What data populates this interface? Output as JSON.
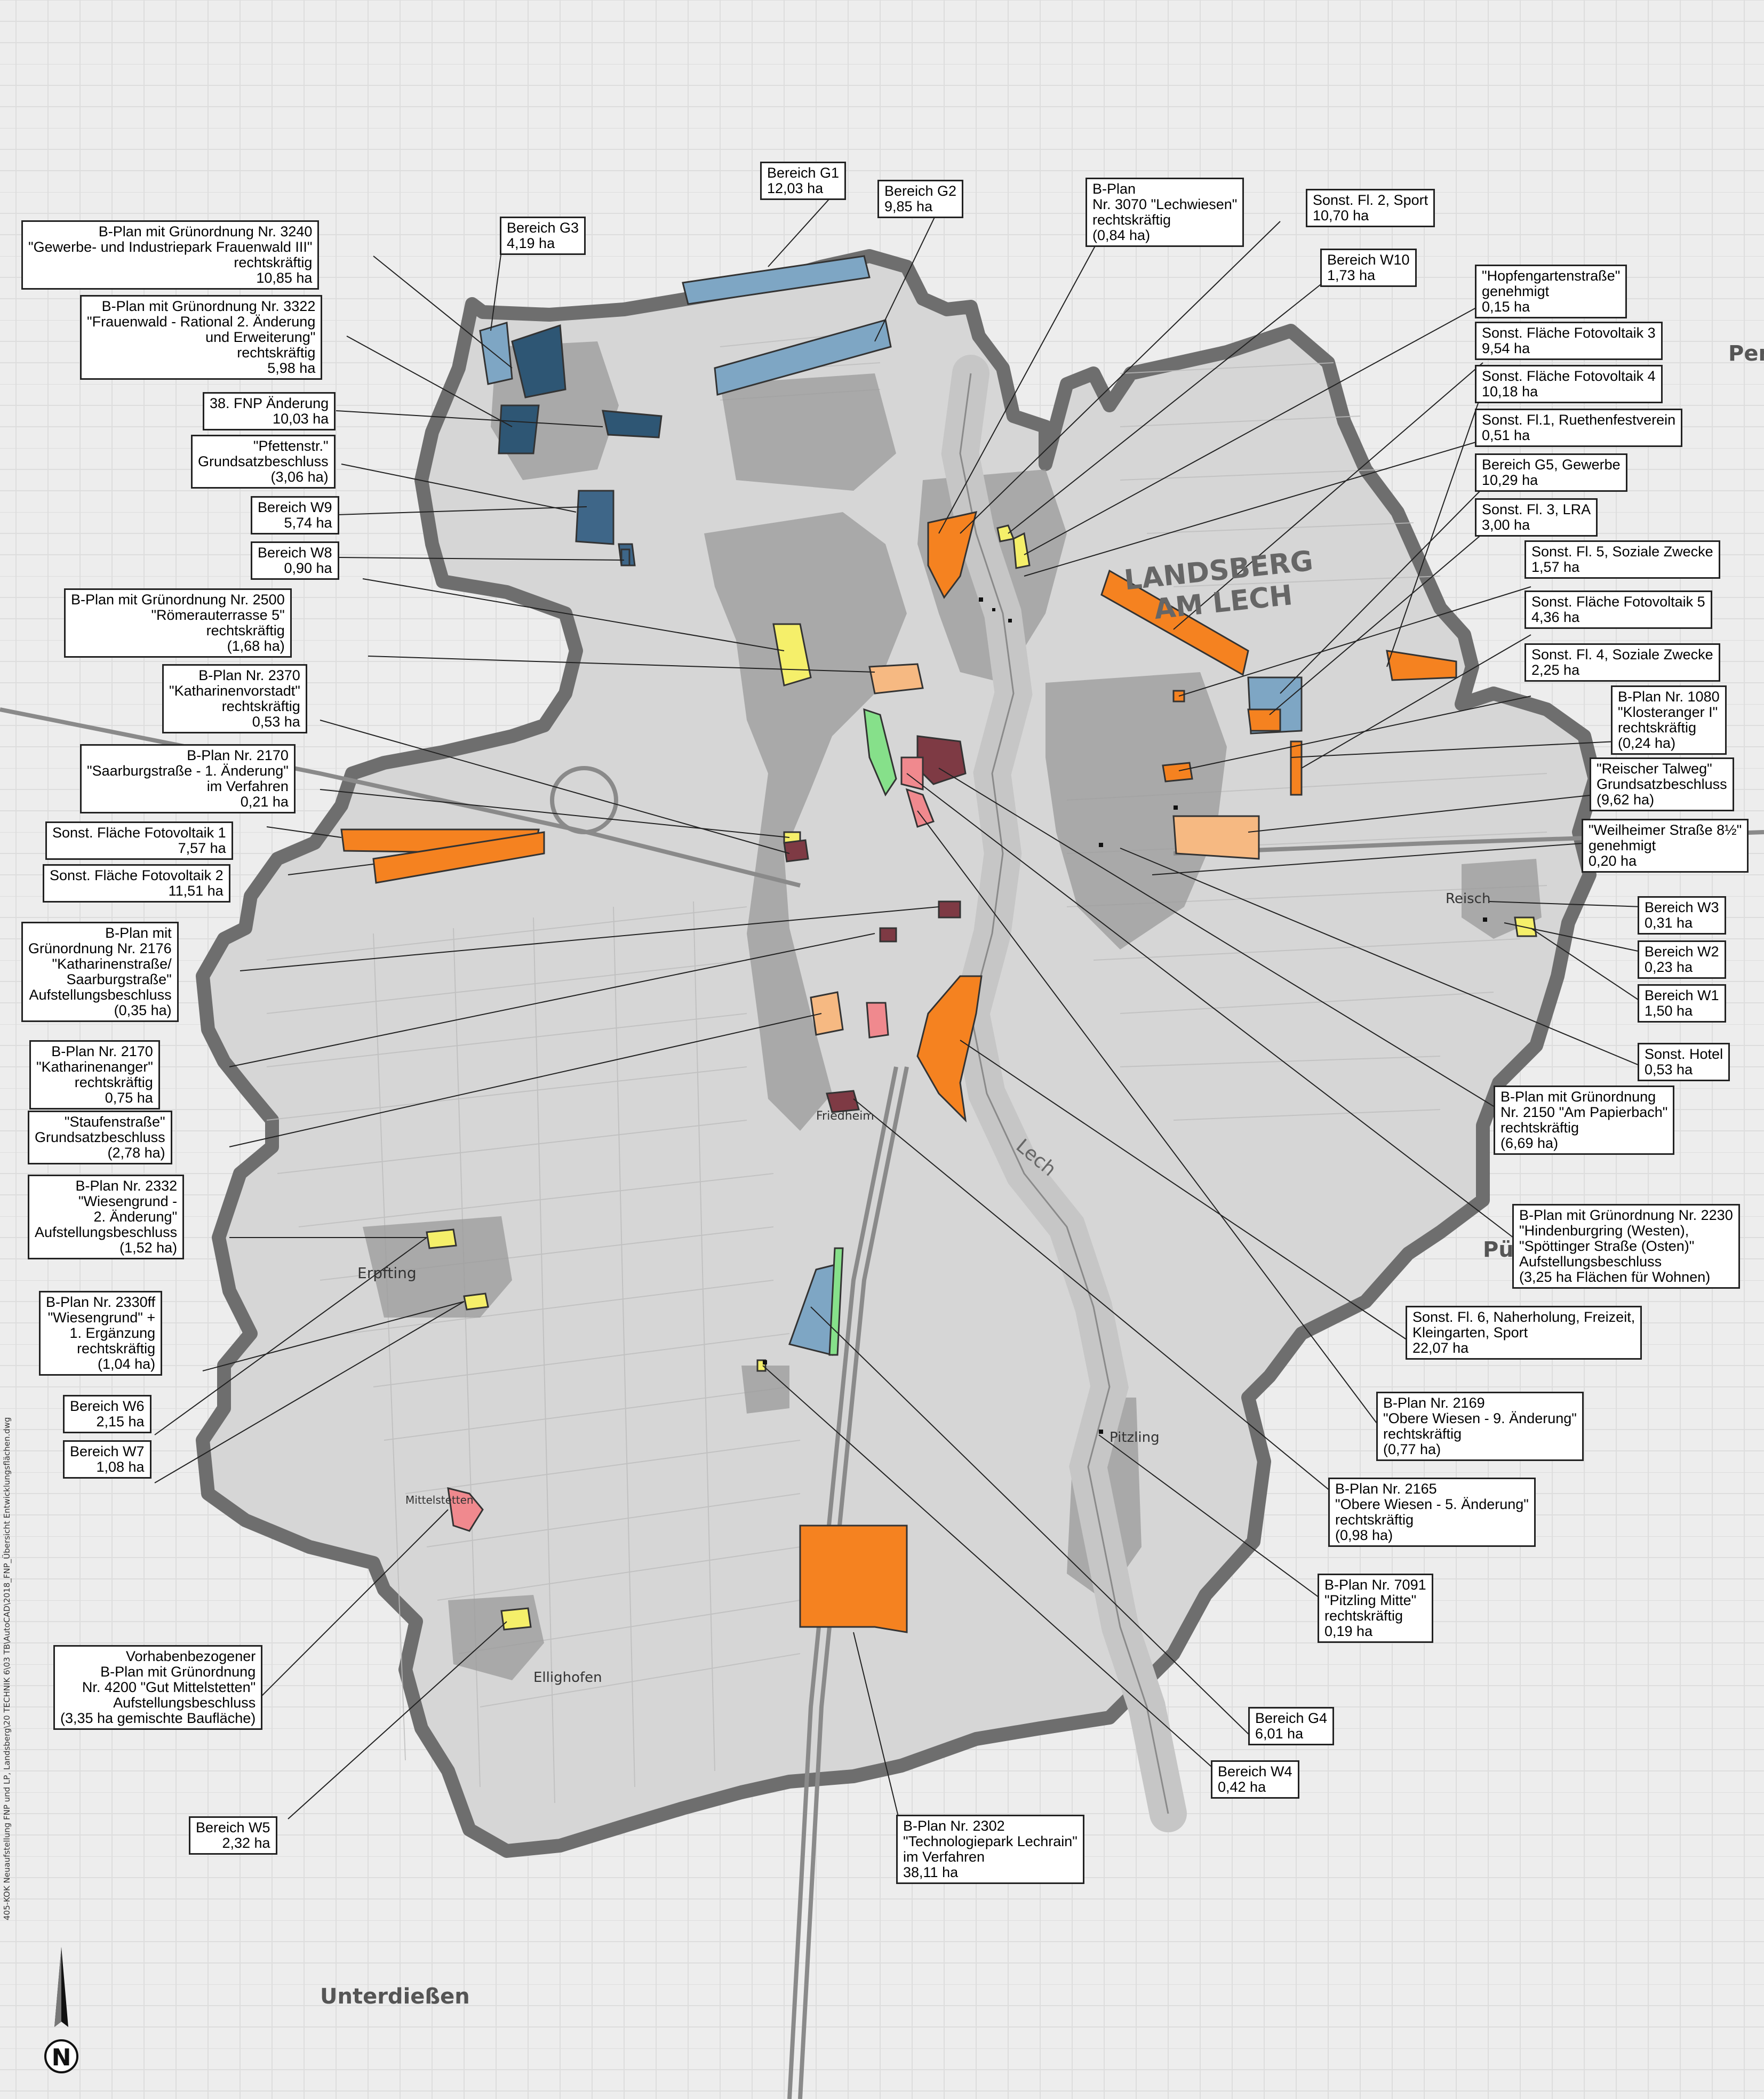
{
  "map": {
    "city_title_line1": "LANDSBERG",
    "city_title_line2": "AM LECH",
    "place_names": {
      "erpfting": "Erpfting",
      "reisch": "Reisch",
      "pitzling": "Pitzling",
      "ellighofen": "Ellighofen",
      "unterdiessen": "Unterdießen",
      "puergen": "Pürgen",
      "lech": "Lech",
      "friedheim": "Friedheim",
      "mittelstetten": "Mittelstetten",
      "penzing": "Penzi"
    },
    "side_caption": "405-KOK Neuaufstellung FNP und LP, Landsberg\\20 TECHNIK 6\\03 TB\\AutoCAD\\2018_FNP_Übersicht Entwicklungsflächen.dwg",
    "north_letter": "N",
    "colors": {
      "gewerbe_blue": "#7ea6c4",
      "gewerbe_dark_blue": "#2e5674",
      "orange": "#f58220",
      "yellow": "#f5ef6a",
      "light_orange": "#f6b982",
      "dark_red": "#7e3a44",
      "pink": "#f0898e",
      "light_green": "#86e08a",
      "boundary_gray": "#6e6e6e"
    }
  },
  "labels": [
    {
      "lines": [
        "Bereich G1",
        "12,03 ha"
      ]
    },
    {
      "lines": [
        "Bereich G2",
        "9,85 ha"
      ]
    },
    {
      "lines": [
        "B-Plan",
        "Nr. 3070 \"Lechwiesen\"",
        "rechtskräftig",
        "(0,84 ha)"
      ]
    },
    {
      "lines": [
        "Sonst. Fl. 2, Sport",
        "10,70 ha"
      ]
    },
    {
      "lines": [
        "Bereich W10",
        "1,73 ha"
      ]
    },
    {
      "lines": [
        "\"Hopfengartenstraße\"",
        "genehmigt",
        "0,15 ha"
      ]
    },
    {
      "lines": [
        "Sonst. Fläche Fotovoltaik 3",
        "9,54 ha"
      ]
    },
    {
      "lines": [
        "Sonst. Fläche Fotovoltaik 4",
        "10,18 ha"
      ]
    },
    {
      "lines": [
        "Sonst. Fl.1, Ruethenfestverein",
        "0,51 ha"
      ]
    },
    {
      "lines": [
        "Bereich G5, Gewerbe",
        "10,29 ha"
      ]
    },
    {
      "lines": [
        "Sonst. Fl. 3, LRA",
        "3,00 ha"
      ]
    },
    {
      "lines": [
        "Sonst. Fl. 5, Soziale Zwecke",
        "1,57 ha"
      ]
    },
    {
      "lines": [
        "Sonst. Fläche Fotovoltaik 5",
        "4,36 ha"
      ]
    },
    {
      "lines": [
        "Sonst. Fl. 4, Soziale Zwecke",
        "2,25 ha"
      ]
    },
    {
      "lines": [
        "B-Plan Nr. 1080",
        "\"Klosteranger I\"",
        "rechtskräftig",
        "(0,24 ha)"
      ]
    },
    {
      "lines": [
        "\"Reischer Talweg\"",
        "Grundsatzbeschluss",
        "(9,62 ha)"
      ]
    },
    {
      "lines": [
        "\"Weilheimer Straße 8½\"",
        "genehmigt",
        "0,20 ha"
      ]
    },
    {
      "lines": [
        "Bereich W3",
        "0,31 ha"
      ]
    },
    {
      "lines": [
        "Bereich W2",
        "0,23 ha"
      ]
    },
    {
      "lines": [
        "Bereich W1",
        "1,50 ha"
      ]
    },
    {
      "lines": [
        "Sonst. Hotel",
        "0,53 ha"
      ]
    },
    {
      "lines": [
        "B-Plan mit Grünordnung",
        "Nr. 2150 \"Am Papierbach\"",
        "rechtskräftig",
        "(6,69 ha)"
      ]
    },
    {
      "lines": [
        "B-Plan mit Grünordnung Nr. 2230",
        "\"Hindenburgring (Westen),",
        "\"Spöttinger Straße (Osten)\"",
        "Aufstellungsbeschluss",
        "(3,25 ha Flächen für Wohnen)"
      ]
    },
    {
      "lines": [
        "Sonst. Fl. 6, Naherholung, Freizeit,",
        "Kleingarten, Sport",
        "22,07 ha"
      ]
    },
    {
      "lines": [
        "B-Plan Nr. 2169",
        "\"Obere Wiesen - 9. Änderung\"",
        "rechtskräftig",
        "(0,77 ha)"
      ]
    },
    {
      "lines": [
        "B-Plan Nr. 2165",
        " \"Obere Wiesen - 5. Änderung\"",
        "rechtskräftig",
        "(0,98 ha)"
      ]
    },
    {
      "lines": [
        "B-Plan Nr. 7091",
        "\"Pitzling Mitte\"",
        "rechtskräftig",
        "0,19 ha"
      ]
    },
    {
      "lines": [
        "Bereich G4",
        "6,01 ha"
      ]
    },
    {
      "lines": [
        "Bereich W4",
        "0,42 ha"
      ]
    },
    {
      "lines": [
        "B-Plan Nr. 2302",
        "\"Technologiepark Lechrain\"",
        "im Verfahren",
        "38,11 ha"
      ]
    },
    {
      "lines": [
        "Bereich W5",
        "2,32 ha"
      ]
    },
    {
      "lines": [
        "Vorhabenbezogener",
        "B-Plan mit Grünordnung",
        "Nr. 4200 \"Gut Mittelstetten\"",
        "Aufstellungsbeschluss",
        "(3,35 ha gemischte Baufläche)"
      ]
    },
    {
      "lines": [
        "Bereich W7",
        "1,08 ha"
      ]
    },
    {
      "lines": [
        "Bereich W6",
        "2,15 ha"
      ]
    },
    {
      "lines": [
        "B-Plan Nr. 2330ff",
        "\"Wiesengrund\" +",
        "1. Ergänzung",
        "rechtskräftig",
        "(1,04 ha)"
      ]
    },
    {
      "lines": [
        "B-Plan Nr. 2332",
        "\"Wiesengrund -",
        "2. Änderung\"",
        "Aufstellungsbeschluss",
        "(1,52 ha)"
      ]
    },
    {
      "lines": [
        "\"Staufenstraße\"",
        "Grundsatzbeschluss",
        "(2,78 ha)"
      ]
    },
    {
      "lines": [
        "B-Plan Nr. 2170",
        "\"Katharinenanger\"",
        "rechtskräftig",
        "0,75 ha"
      ]
    },
    {
      "lines": [
        "B-Plan mit",
        "Grünordnung Nr. 2176",
        "\"Katharinenstraße/",
        "Saarburgstraße\"",
        "Aufstellungsbeschluss",
        "(0,35 ha)"
      ]
    },
    {
      "lines": [
        "Sonst. Fläche Fotovoltaik 2",
        "11,51 ha"
      ]
    },
    {
      "lines": [
        "Sonst. Fläche Fotovoltaik 1",
        "7,57 ha"
      ]
    },
    {
      "lines": [
        "B-Plan Nr. 2170",
        "\"Saarburgstraße - 1. Änderung\"",
        "im Verfahren",
        "0,21 ha"
      ]
    },
    {
      "lines": [
        "B-Plan Nr. 2370",
        "\"Katharinenvorstadt\"",
        "rechtskräftig",
        "0,53 ha"
      ]
    },
    {
      "lines": [
        "B-Plan mit Grünordnung Nr. 2500",
        "\"Römerauterrasse 5\"",
        "rechtskräftig",
        "(1,68 ha)"
      ]
    },
    {
      "lines": [
        "Bereich W8",
        "0,90 ha"
      ]
    },
    {
      "lines": [
        "Bereich W9",
        "5,74 ha"
      ]
    },
    {
      "lines": [
        "\"Pfettenstr.\"",
        "Grundsatzbeschluss",
        "(3,06 ha)"
      ]
    },
    {
      "lines": [
        "38. FNP Änderung",
        "10,03 ha"
      ]
    },
    {
      "lines": [
        "B-Plan mit Grünordnung Nr. 3322",
        "\"Frauenwald - Rational 2. Änderung",
        "und Erweiterung\"",
        "rechtskräftig",
        "5,98 ha"
      ]
    },
    {
      "lines": [
        "B-Plan mit Grünordnung Nr. 3240",
        "\"Gewerbe- und Industriepark Frauenwald III\"",
        "rechtskräftig",
        "10,85 ha"
      ]
    },
    {
      "lines": [
        "Bereich G3",
        "4,19 ha"
      ]
    }
  ]
}
